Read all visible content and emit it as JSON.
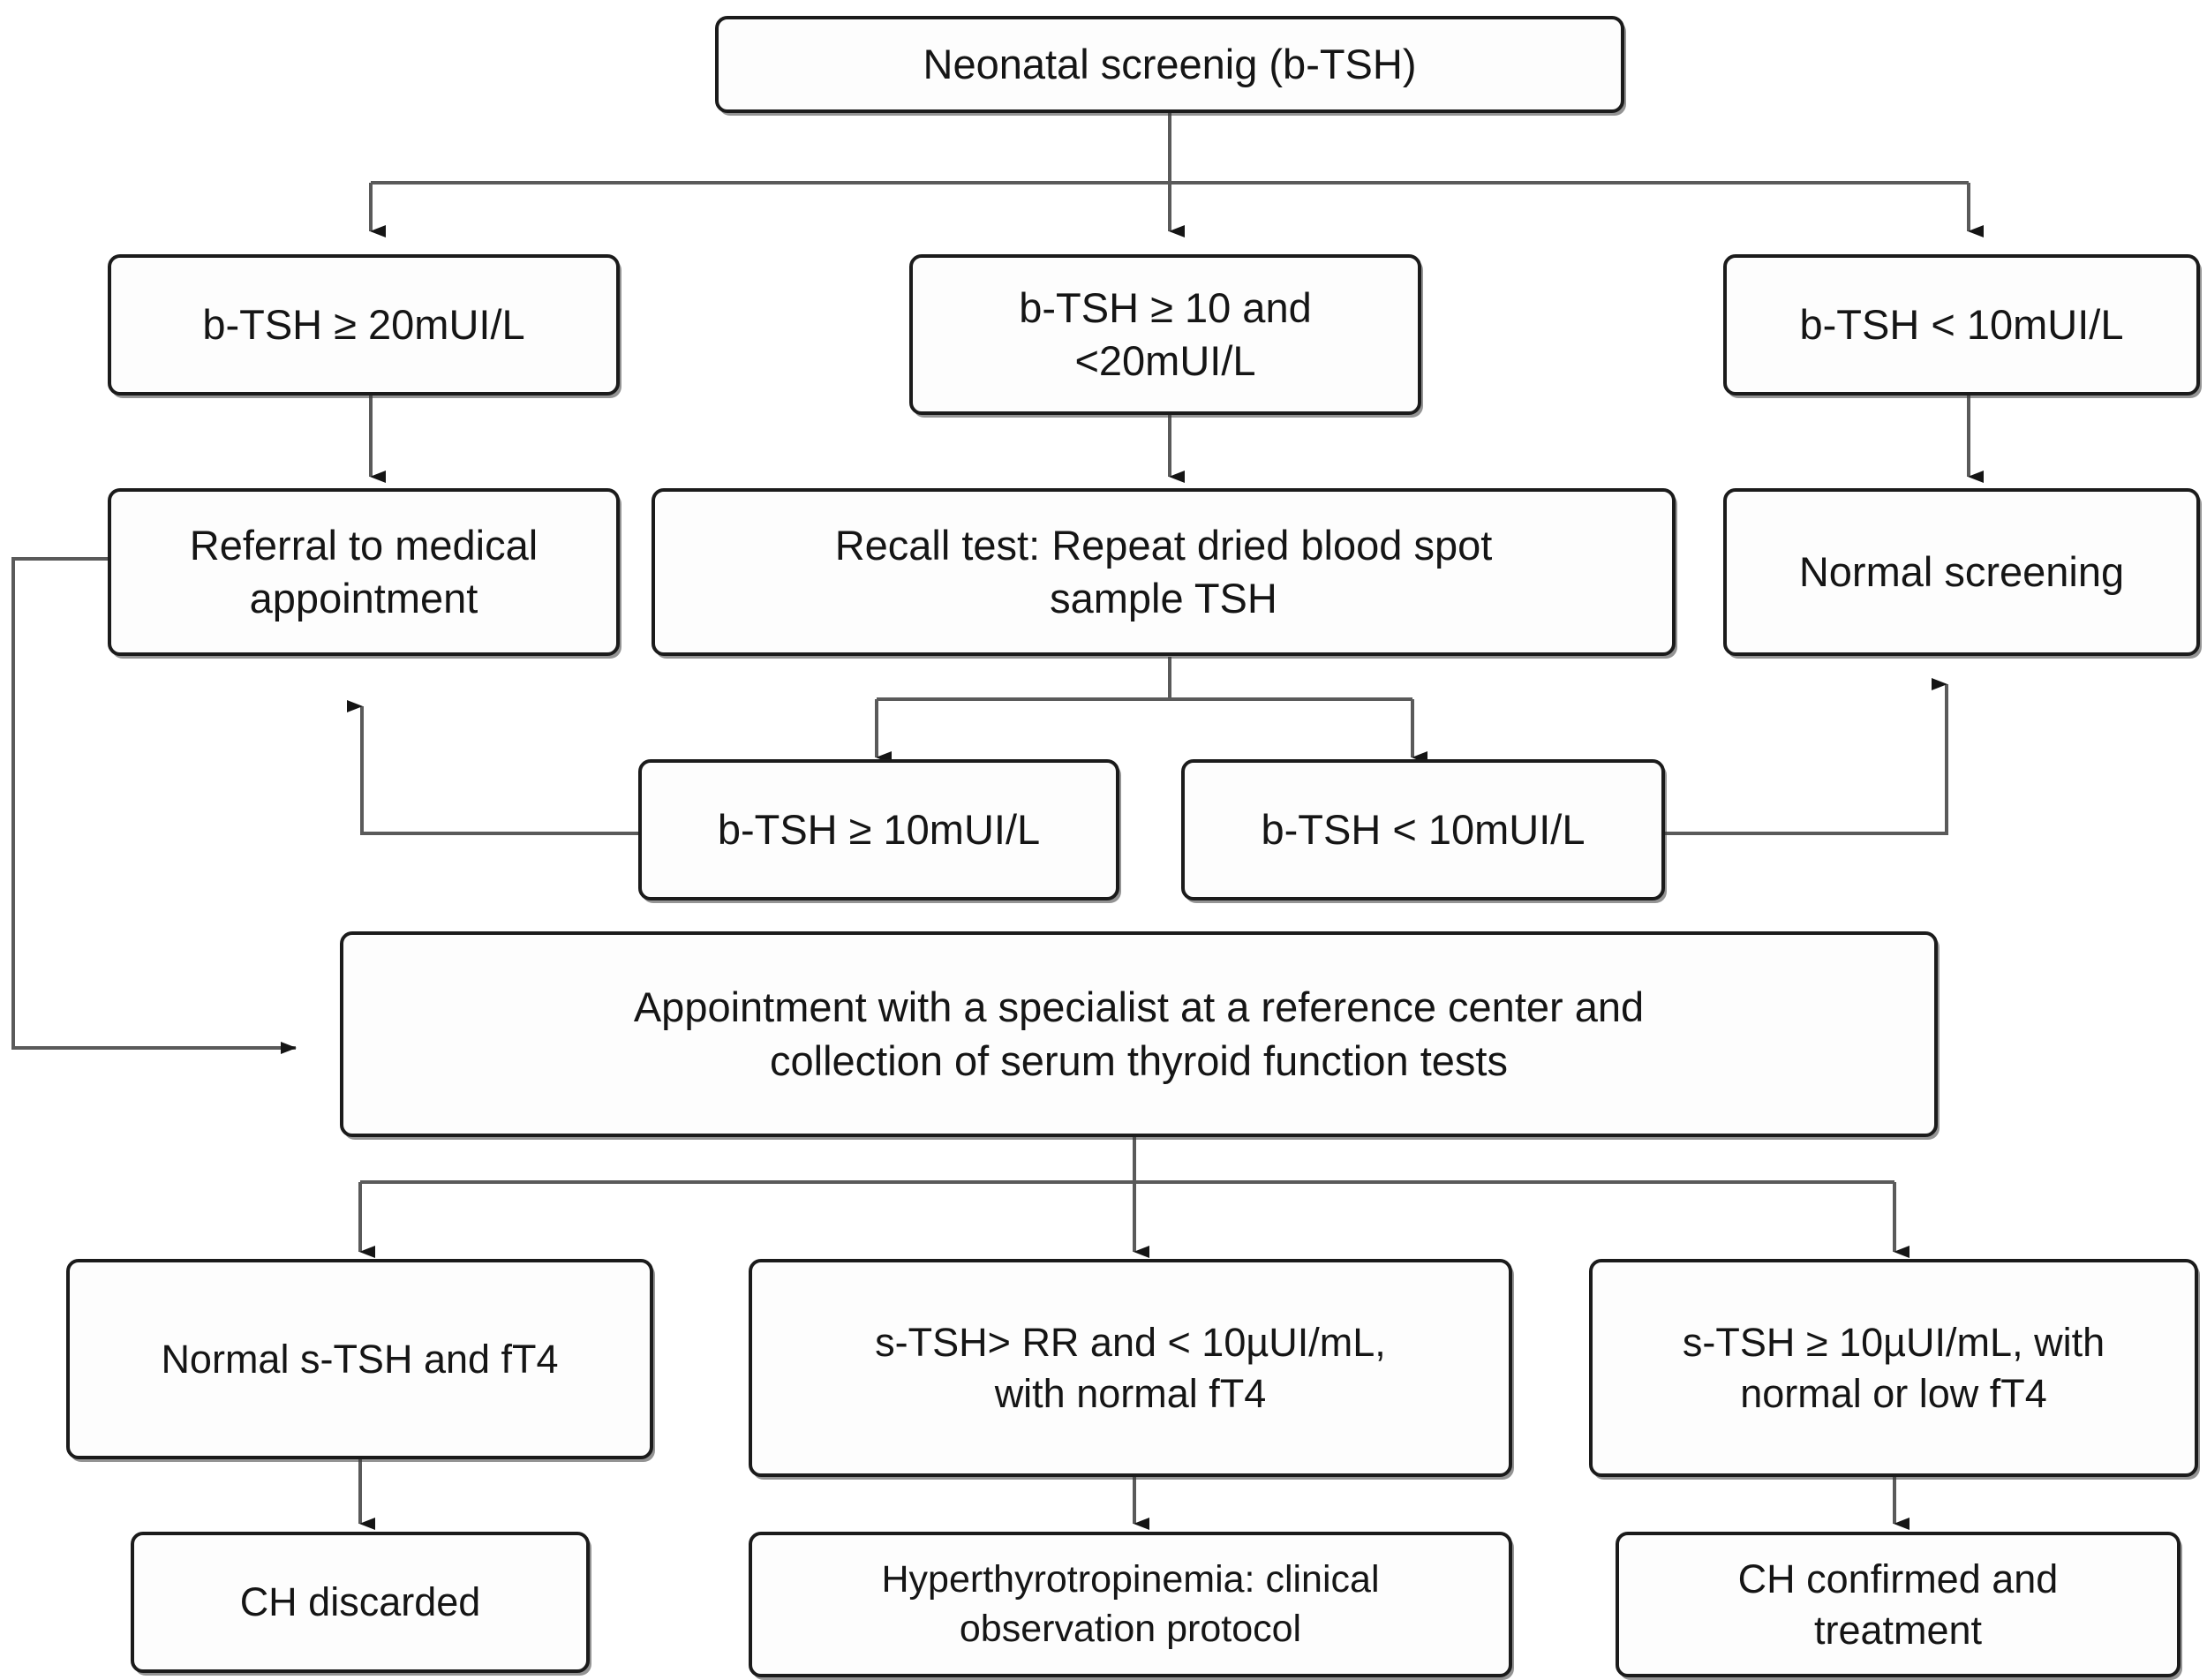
{
  "diagram": {
    "title": "Neonatal screening (b-TSH) diagnostic flowchart",
    "type": "flowchart",
    "orientation": "top-down",
    "colors": {
      "node_border": "#1b1b1b",
      "node_fill": "#fdfdfd",
      "edge": "#4a4a4a",
      "text": "#151515"
    }
  },
  "nodes": {
    "screening": {
      "label": "Neonatal screenig (b-TSH)"
    },
    "btsh_ge20": {
      "label": "b-TSH ≥ 20mUI/L"
    },
    "btsh_10_20": {
      "label": "b-TSH ≥ 10 and\n<20mUI/L"
    },
    "btsh_lt10": {
      "label": "b-TSH < 10mUI/L"
    },
    "referral": {
      "label": "Referral to medical\nappointment"
    },
    "recall": {
      "label": "Recall test: Repeat dried blood spot\nsample TSH"
    },
    "normal_screening": {
      "label": "Normal screening"
    },
    "recall_ge10": {
      "label": "b-TSH ≥ 10mUI/L"
    },
    "recall_lt10": {
      "label": "b-TSH < 10mUI/L"
    },
    "specialist": {
      "label": "Appointment with a specialist at a reference center and\ncollection of serum thyroid function tests"
    },
    "normal_stsh_ft4": {
      "label": "Normal s-TSH and fT4"
    },
    "stsh_rr_lt10": {
      "label": "s-TSH> RR and < 10µUI/mL,\nwith normal fT4"
    },
    "stsh_ge10": {
      "label": "s-TSH ≥ 10µUI/mL, with\nnormal or low fT4"
    },
    "ch_discarded": {
      "label": "CH discarded"
    },
    "hyperthyrotropinemia": {
      "label": "Hyperthyrotropinemia: clinical\nobservation protocol"
    },
    "ch_confirmed": {
      "label": "CH confirmed and\ntreatment"
    }
  },
  "edges": [
    {
      "from": "screening",
      "to": "btsh_ge20",
      "arrow": "down"
    },
    {
      "from": "screening",
      "to": "btsh_10_20",
      "arrow": "down"
    },
    {
      "from": "screening",
      "to": "btsh_lt10",
      "arrow": "down"
    },
    {
      "from": "btsh_ge20",
      "to": "referral",
      "arrow": "down"
    },
    {
      "from": "btsh_10_20",
      "to": "recall",
      "arrow": "down"
    },
    {
      "from": "btsh_lt10",
      "to": "normal_screening",
      "arrow": "down"
    },
    {
      "from": "recall",
      "to": "recall_ge10",
      "arrow": "down"
    },
    {
      "from": "recall",
      "to": "recall_lt10",
      "arrow": "down"
    },
    {
      "from": "recall_ge10",
      "to": "referral",
      "arrow": "up"
    },
    {
      "from": "recall_lt10",
      "to": "normal_screening",
      "arrow": "up"
    },
    {
      "from": "referral",
      "to": "specialist",
      "arrow": "right"
    },
    {
      "from": "specialist",
      "to": "normal_stsh_ft4",
      "arrow": "down"
    },
    {
      "from": "specialist",
      "to": "stsh_rr_lt10",
      "arrow": "down"
    },
    {
      "from": "specialist",
      "to": "stsh_ge10",
      "arrow": "down"
    },
    {
      "from": "normal_stsh_ft4",
      "to": "ch_discarded",
      "arrow": "down"
    },
    {
      "from": "stsh_rr_lt10",
      "to": "hyperthyrotropinemia",
      "arrow": "down"
    },
    {
      "from": "stsh_ge10",
      "to": "ch_confirmed",
      "arrow": "down"
    }
  ]
}
